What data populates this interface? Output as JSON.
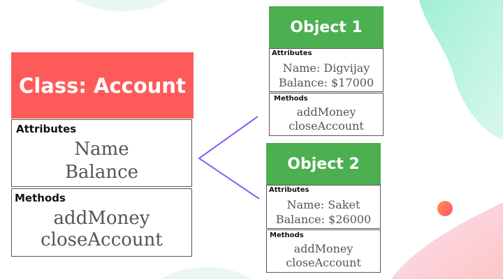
{
  "colors": {
    "class_header": "#ff5a5a",
    "object_header": "#4caf50",
    "connector": "#8b5cf6",
    "border": "#555555"
  },
  "class": {
    "title": "Class: Account",
    "attributes_label": "Attributes",
    "attributes": [
      "Name",
      "Balance"
    ],
    "methods_label": "Methods",
    "methods": [
      "addMoney",
      "closeAccount"
    ]
  },
  "objects": [
    {
      "title": "Object 1",
      "attributes_label": "Attributes",
      "attributes": [
        "Name: Digvijay",
        "Balance: $17000"
      ],
      "methods_label": "Methods",
      "methods": [
        "addMoney",
        "closeAccount"
      ]
    },
    {
      "title": "Object 2",
      "attributes_label": "Attributes",
      "attributes": [
        "Name: Saket",
        "Balance: $26000"
      ],
      "methods_label": "Methods",
      "methods": [
        "addMoney",
        "closeAccount"
      ]
    }
  ]
}
